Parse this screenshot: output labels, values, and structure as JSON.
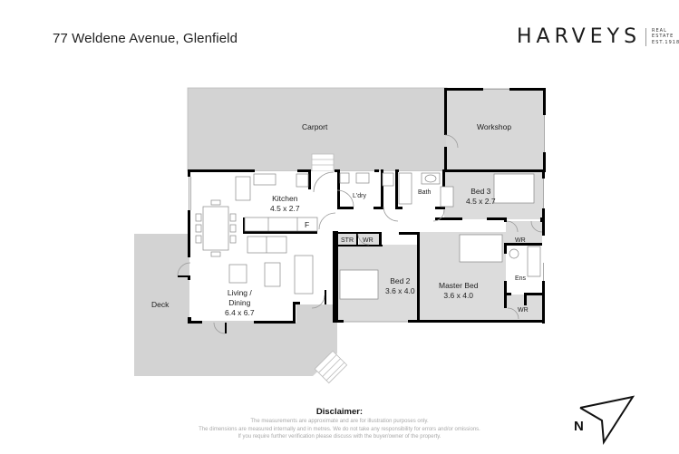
{
  "header": {
    "address": "77 Weldene Avenue, Glenfield",
    "brand": {
      "name": "HARVEYS",
      "sub_lines": [
        "REAL",
        "ESTATE",
        "EST.1918"
      ]
    }
  },
  "floorplan": {
    "colors": {
      "wall": "#000000",
      "exterior_fill": "#d3d3d3",
      "interior_fill": "#ffffff",
      "room_fill": "#dcdcdc"
    },
    "rooms": [
      {
        "id": "carport",
        "name": "Carport",
        "dims": ""
      },
      {
        "id": "workshop",
        "name": "Workshop",
        "dims": ""
      },
      {
        "id": "kitchen",
        "name": "Kitchen",
        "dims": "4.5 x 2.7"
      },
      {
        "id": "laundry",
        "name": "L'dry",
        "dims": ""
      },
      {
        "id": "bath",
        "name": "Bath",
        "dims": ""
      },
      {
        "id": "bed3",
        "name": "Bed 3",
        "dims": "4.5 x 2.7"
      },
      {
        "id": "living",
        "name": "Living /",
        "name2": "Dining",
        "dims": "6.4 x 6.7"
      },
      {
        "id": "str",
        "name": "STR",
        "dims": ""
      },
      {
        "id": "wr1",
        "name": "WR",
        "dims": ""
      },
      {
        "id": "bed2",
        "name": "Bed 2",
        "dims": "3.6 x 4.0"
      },
      {
        "id": "master",
        "name": "Master Bed",
        "dims": "3.6 x 4.0"
      },
      {
        "id": "wr2",
        "name": "WR",
        "dims": ""
      },
      {
        "id": "ens",
        "name": "Ens",
        "dims": ""
      },
      {
        "id": "wr3",
        "name": "WR",
        "dims": ""
      },
      {
        "id": "deck",
        "name": "Deck",
        "dims": ""
      }
    ],
    "fridge_label": "F"
  },
  "disclaimer": {
    "title": "Disclaimer:",
    "lines": [
      "The measurements are approximate and are for illustration purposes only.",
      "The dimensions are measured internally and in metres. We do not take any responsibility for errors and/or omissions.",
      "If you require further verification please discuss with the buyer/owner of the property."
    ]
  },
  "compass": {
    "label": "N"
  }
}
